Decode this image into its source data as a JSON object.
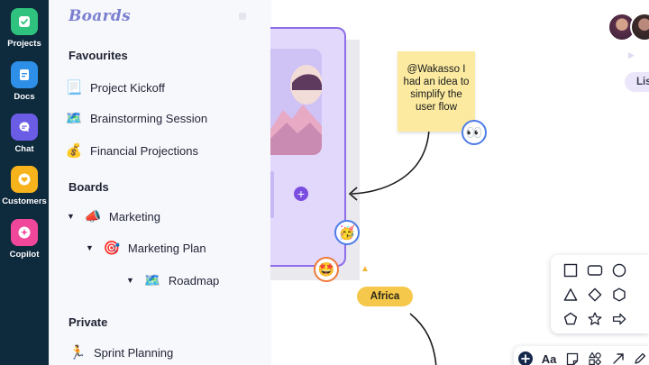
{
  "rail": {
    "items": [
      {
        "label": "Projects",
        "icon": "check-icon"
      },
      {
        "label": "Docs",
        "icon": "doc-icon"
      },
      {
        "label": "Chat",
        "icon": "chat-icon"
      },
      {
        "label": "Customers",
        "icon": "heart-icon"
      },
      {
        "label": "Copilot",
        "icon": "sparkle-icon"
      }
    ]
  },
  "sidebar": {
    "title": "Boards",
    "favourites": {
      "heading": "Favourites",
      "items": [
        {
          "emoji": "📃",
          "label": "Project Kickoff"
        },
        {
          "emoji": "🗺️",
          "label": "Brainstorming Session"
        },
        {
          "emoji": "💰",
          "label": "Financial Projections"
        }
      ]
    },
    "boards": {
      "heading": "Boards",
      "items": [
        {
          "emoji": "📣",
          "label": "Marketing",
          "expanded": true,
          "level": 0
        },
        {
          "emoji": "🎯",
          "label": "Marketing Plan",
          "expanded": true,
          "level": 1
        },
        {
          "emoji": "🗺️",
          "label": "Roadmap",
          "expanded": true,
          "level": 2
        }
      ]
    },
    "private": {
      "heading": "Private",
      "items": [
        {
          "emoji": "🏃",
          "label": "Sprint Planning"
        }
      ]
    }
  },
  "canvas": {
    "sticky_note": "@Wakasso I had an idea to simplify the user flow",
    "tag": "Africa",
    "list_pill": "Lis",
    "reactions": [
      "👀",
      "🥳",
      "🤩"
    ],
    "colors": {
      "accent": "#7b4ce0",
      "sticky": "#fbeaa0",
      "tag": "#f5c84b",
      "rail": "#0e2a3d"
    }
  },
  "palette": {
    "shapes": [
      "square-icon",
      "rounded-rect-icon",
      "circle-icon",
      "triangle-icon",
      "diamond-icon",
      "hexagon-icon",
      "pentagon-icon",
      "star-icon",
      "arrow-right-icon"
    ]
  },
  "toolbar": {
    "text_label": "Aa",
    "tools": [
      "add-icon",
      "text-icon",
      "sticky-note-icon",
      "shapes-icon",
      "arrow-icon",
      "pen-icon"
    ]
  }
}
